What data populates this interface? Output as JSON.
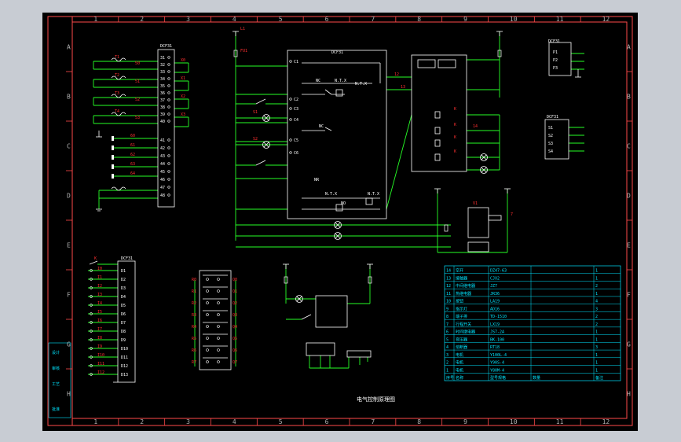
{
  "ruler": {
    "columns": [
      "1",
      "2",
      "3",
      "4",
      "5",
      "6",
      "7",
      "8",
      "9",
      "10",
      "11",
      "12"
    ],
    "rows": [
      "A",
      "B",
      "C",
      "D",
      "E",
      "F",
      "G",
      "H"
    ]
  },
  "blocks": {
    "terminal_left": "DCF31",
    "main_panel": "DCF31",
    "right_small": "DCF31",
    "lower_left": "DCF31"
  },
  "terminals": {
    "left_top": [
      "31",
      "32",
      "33",
      "34",
      "35",
      "36",
      "37",
      "38",
      "39",
      "40"
    ],
    "left_bottom": [
      "41",
      "42",
      "43",
      "44",
      "45",
      "46",
      "47",
      "48"
    ],
    "lower_left": [
      "D1",
      "D2",
      "D3",
      "D4",
      "D5",
      "D6",
      "D7",
      "D8",
      "D9",
      "D10",
      "D11",
      "D12",
      "D13"
    ]
  },
  "panel_labels": {
    "c1": "C1",
    "c2": "C2",
    "c3": "C3",
    "c4": "C4",
    "c5": "C5",
    "c6": "C6",
    "nc": "NC",
    "ntx": "N.T.X",
    "nrx": "NR",
    "no": "NO"
  },
  "lower_caption": "电气控制原理图",
  "left_stamps": [
    "设计",
    "审核",
    "工艺",
    "批准"
  ],
  "table": {
    "rows": [
      [
        "14",
        "空开",
        "DZ47-63",
        "",
        "1"
      ],
      [
        "13",
        "接触器",
        "CJX2",
        "",
        "1"
      ],
      [
        "12",
        "中间继电器",
        "JZ7",
        "",
        "2"
      ],
      [
        "11",
        "热继电器",
        "JR36",
        "",
        "1"
      ],
      [
        "10",
        "按钮",
        "LA19",
        "",
        "4"
      ],
      [
        "9",
        "指示灯",
        "AD16",
        "",
        "3"
      ],
      [
        "8",
        "端子排",
        "TD-1510",
        "",
        "2"
      ],
      [
        "7",
        "行程开关",
        "LX19",
        "",
        "2"
      ],
      [
        "6",
        "时间继电器",
        "JS7-2A",
        "",
        "1"
      ],
      [
        "5",
        "变压器",
        "BK-100",
        "",
        "1"
      ],
      [
        "4",
        "熔断器",
        "RT18",
        "",
        "3"
      ],
      [
        "3",
        "电机",
        "Y100L-4",
        "",
        "1"
      ],
      [
        "2",
        "电机",
        "Y90S-4",
        "",
        "1"
      ],
      [
        "1",
        "电机",
        "Y80M-4",
        "",
        "1"
      ]
    ],
    "footer": [
      "序号",
      "名称",
      "型号规格",
      "数量",
      "备注"
    ]
  },
  "colors": {
    "sheet": "#000000",
    "frame": "#ff4a4a",
    "wire": "#26ff26",
    "white": "#ffffff",
    "table": "#00e5ff"
  }
}
